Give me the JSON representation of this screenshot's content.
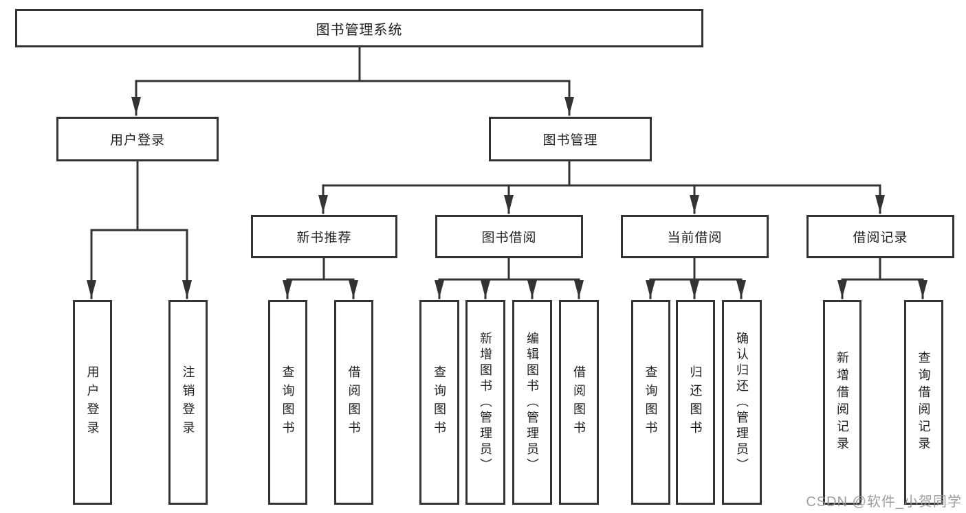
{
  "diagram": {
    "title": "图书管理系统",
    "type": "tree",
    "structure": {
      "root": "图书管理系统",
      "children": [
        {
          "label": "用户登录",
          "children": [
            "用户登录",
            "注销登录"
          ]
        },
        {
          "label": "图书管理",
          "children": [
            {
              "label": "新书推荐",
              "children": [
                "查询图书",
                "借阅图书"
              ]
            },
            {
              "label": "图书借阅",
              "children": [
                "查询图书",
                "新增图书（管理员）",
                "编辑图书（管理员）",
                "借阅图书"
              ]
            },
            {
              "label": "当前借阅",
              "children": [
                "查询图书",
                "归还图书",
                "确认归还（管理员）"
              ]
            },
            {
              "label": "借阅记录",
              "children": [
                "新增借阅记录",
                "查询借阅记录"
              ]
            }
          ]
        }
      ]
    }
  },
  "nodes": {
    "root": "图书管理系统",
    "user_login": "用户登录",
    "book_mgmt": "图书管理",
    "new_books": "新书推荐",
    "book_borrow": "图书借阅",
    "current_borrow": "当前借阅",
    "borrow_records": "借阅记录",
    "login": "用户登录",
    "logout": "注销登录",
    "nb_query": "查询图书",
    "nb_borrow": "借阅图书",
    "bb_query": "查询图书",
    "bb_add": "新增图书（管理员）",
    "bb_edit": "编辑图书（管理员）",
    "bb_borrow": "借阅图书",
    "cb_query": "查询图书",
    "cb_return": "归还图书",
    "cb_confirm": "确认归还（管理员）",
    "br_add": "新增借阅记录",
    "br_query": "查询借阅记录"
  },
  "watermark": {
    "text": "CSDN @软件_小贺同学"
  },
  "colors": {
    "line": "#333333",
    "box_border": "#333333",
    "text": "#1f1f1f",
    "background": "#ffffff",
    "watermark": "#949494"
  }
}
